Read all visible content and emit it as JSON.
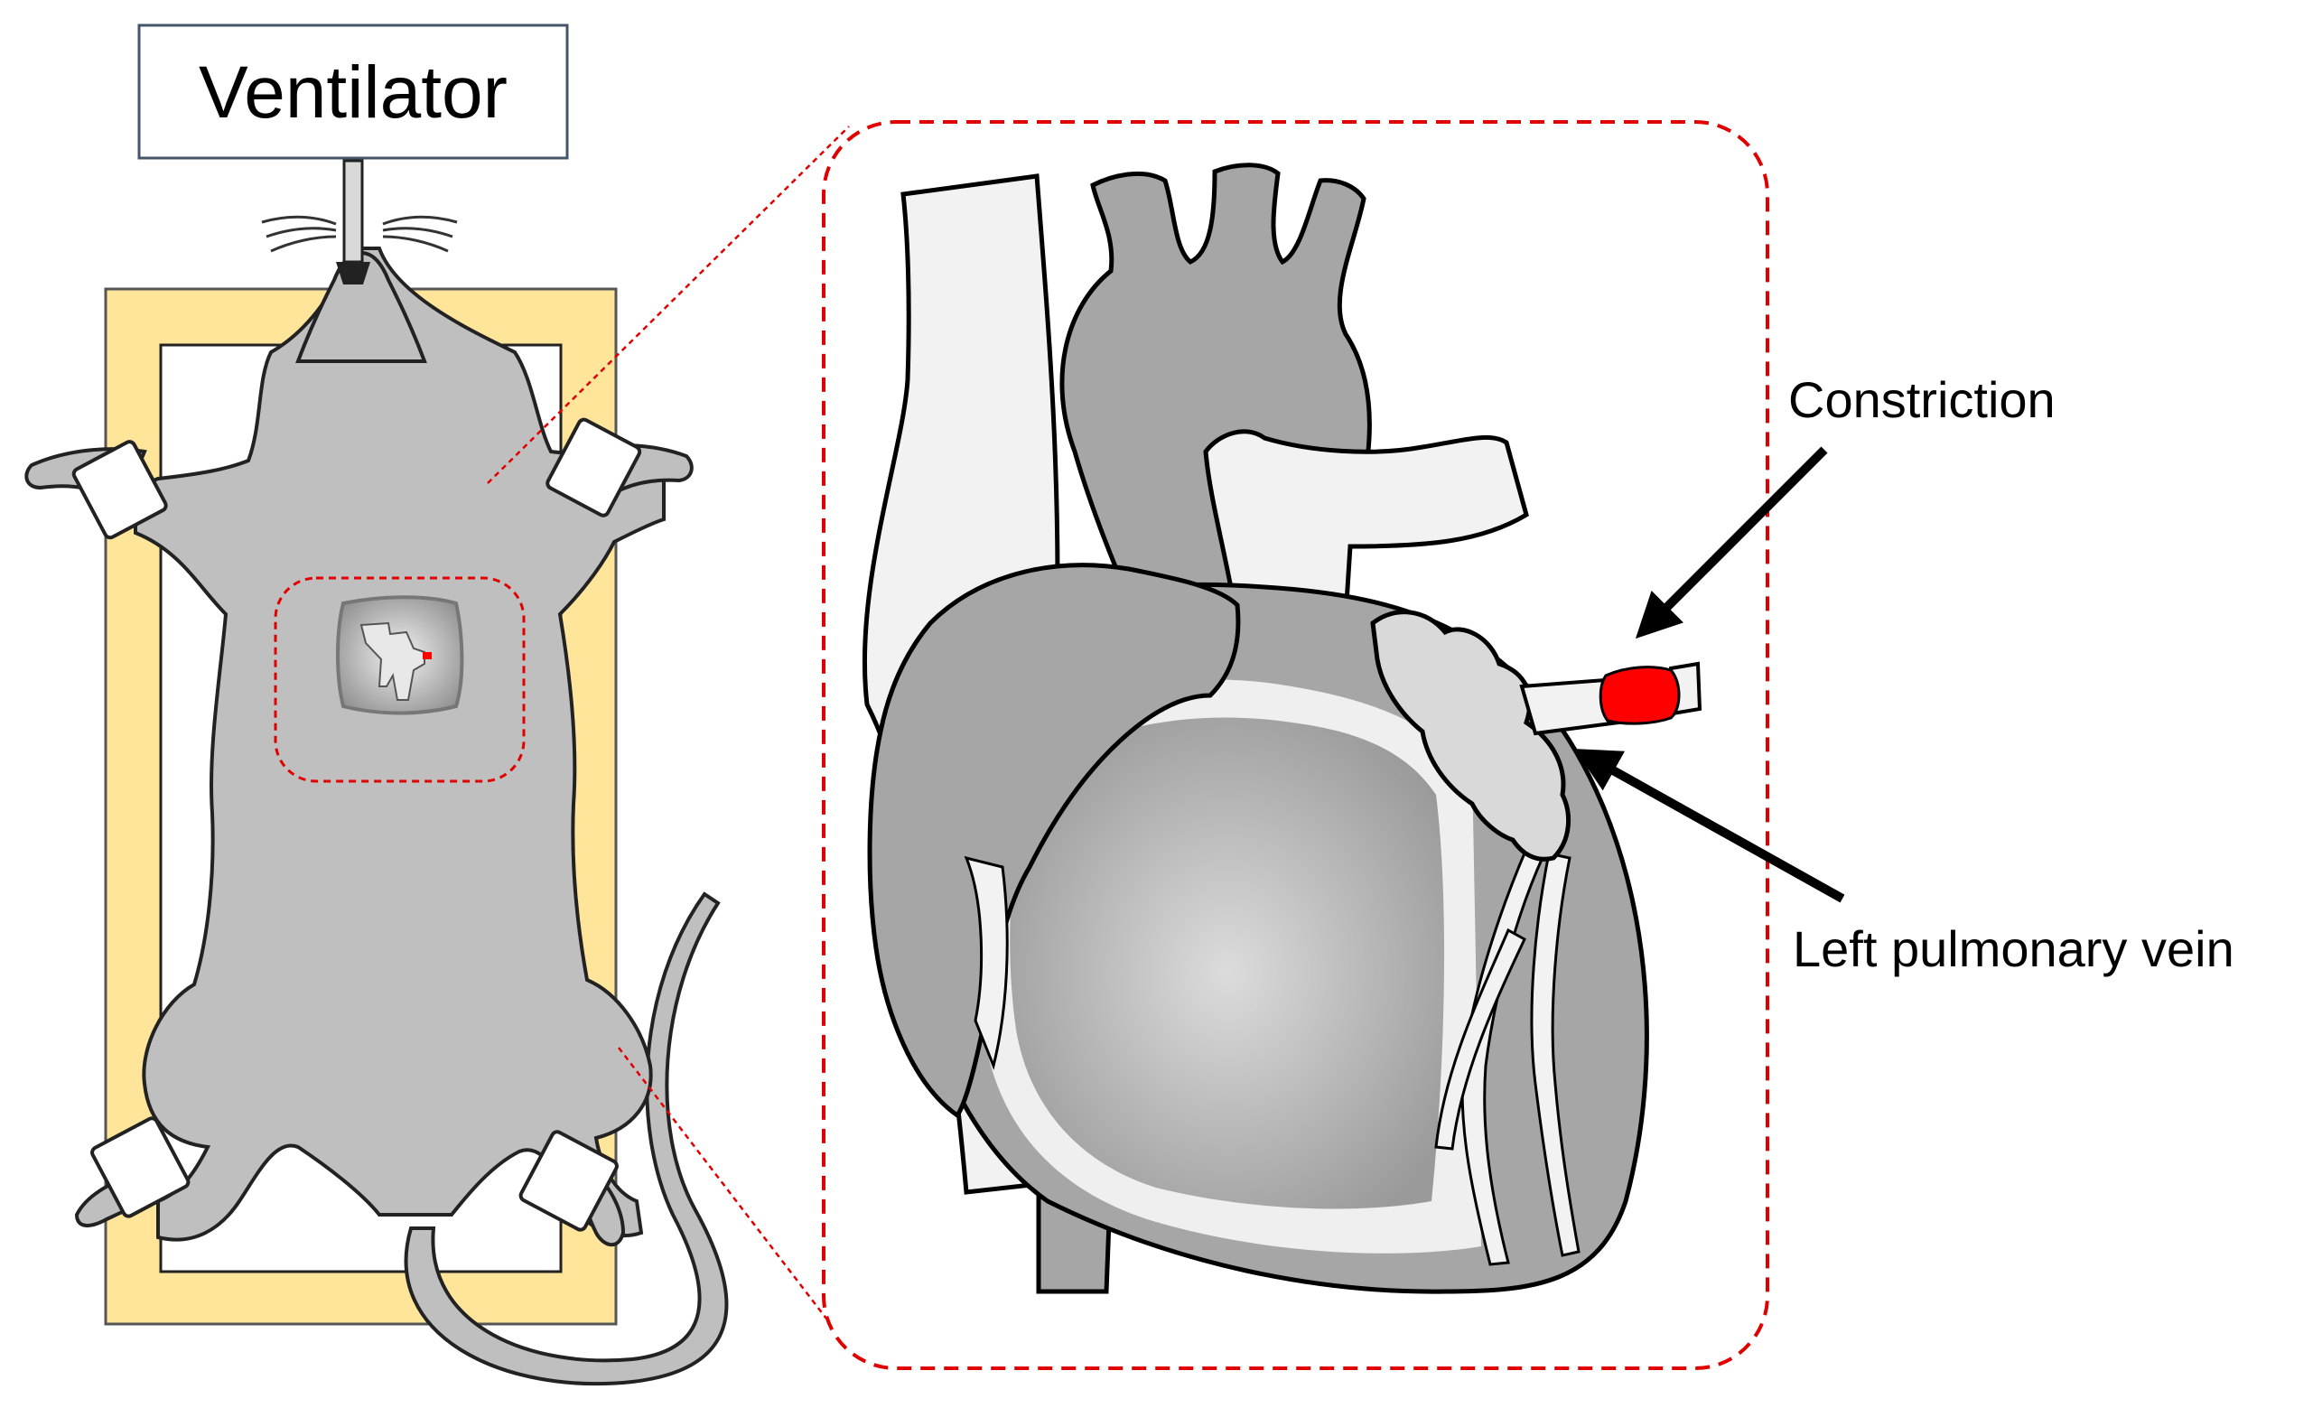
{
  "labels": {
    "ventilator": "Ventilator",
    "constriction": "Constriction",
    "left_pulmonary_vein": "Left pulmonary vein"
  },
  "colors": {
    "board_frame": "#FFE599",
    "mouse_gray": "#BFBFBF",
    "heart_gray": "#A6A6A6",
    "ventricle_light": "#D9D9D9",
    "constriction_red": "#FF0000",
    "callout_red": "#E00000",
    "outline": "#000000"
  },
  "icons": [
    "mouse-illustration",
    "heart-illustration",
    "arrow-icon"
  ]
}
